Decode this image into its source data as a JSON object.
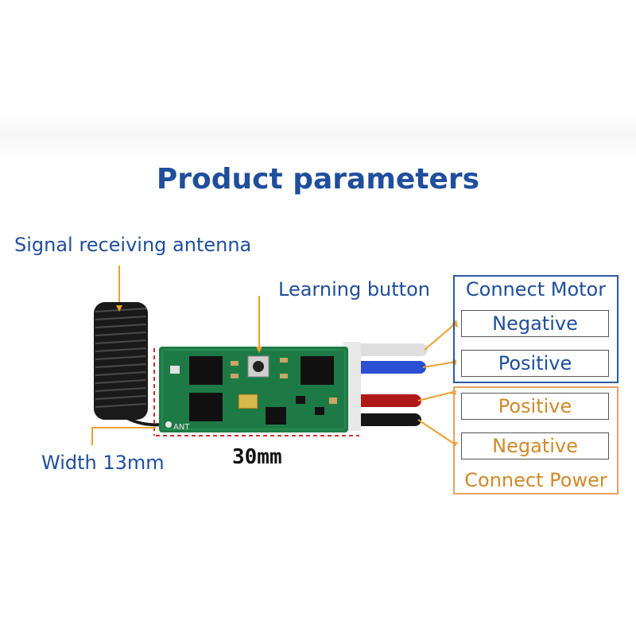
{
  "title": "Product parameters",
  "labels": {
    "antenna": "Signal receiving antenna",
    "learning_button": "Learning button",
    "width": "Width 13mm",
    "length": "30mm",
    "pcb_marking": "ANT"
  },
  "motor": {
    "heading": "Connect Motor",
    "negative": "Negative",
    "positive": "Positive",
    "color": "#2a5aa0"
  },
  "power": {
    "heading": "Connect Power",
    "positive": "Positive",
    "negative": "Negative",
    "color": "#e8a060"
  },
  "colors": {
    "title": "#1f4e9c",
    "pcb": "#1e7a45",
    "leader": "#f0a030",
    "dimension": "#d03030"
  }
}
